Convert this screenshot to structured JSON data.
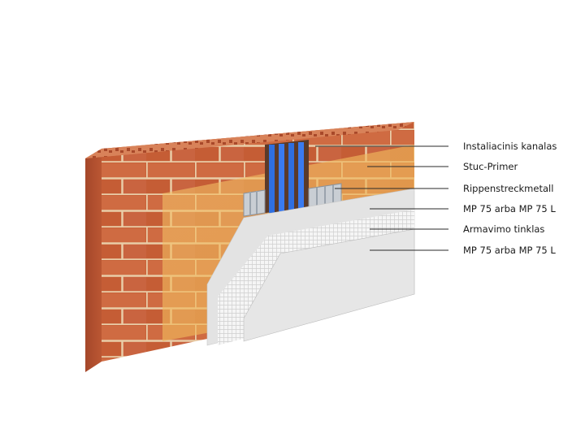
{
  "labels": [
    {
      "id": "channel",
      "text": "Instaliacinis kanalas"
    },
    {
      "id": "primer",
      "text": "Stuc-Primer"
    },
    {
      "id": "metal",
      "text": "Rippenstreckmetall"
    },
    {
      "id": "plaster1",
      "text": "MP 75 arba MP 75 L"
    },
    {
      "id": "mesh",
      "text": "Armavimo tinklas"
    },
    {
      "id": "plaster2",
      "text": "MP 75 arba MP 75 L"
    }
  ],
  "colors": {
    "brick_face": "#c8623a",
    "brick_mortar": "#e8c9a3",
    "brick_top": "#d27a52",
    "primer_tint": "#f0b860",
    "channel_pipes": "#2f6fe0",
    "plaster": "#e6e6e6",
    "mesh": "#f7f7f7"
  }
}
